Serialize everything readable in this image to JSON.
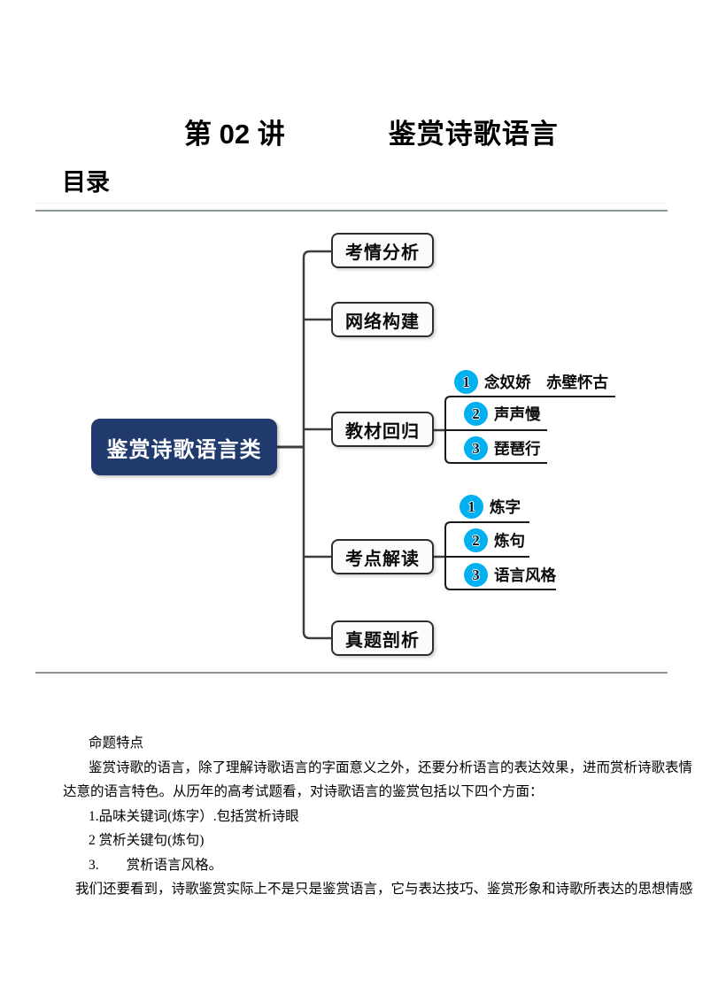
{
  "header": {
    "lecture": "第 02 讲",
    "title": "鉴赏诗歌语言",
    "toc_label": "目录"
  },
  "diagram": {
    "root_label": "鉴赏诗歌语言类",
    "branches": [
      {
        "label": "考情分析"
      },
      {
        "label": "网络构建"
      },
      {
        "label": "教材回归",
        "items": [
          {
            "num": "1",
            "label": "念奴娇　赤壁怀古"
          },
          {
            "num": "2",
            "label": "声声慢"
          },
          {
            "num": "3",
            "label": "琵琶行"
          }
        ]
      },
      {
        "label": "考点解读",
        "items": [
          {
            "num": "1",
            "label": "炼字"
          },
          {
            "num": "2",
            "label": "炼句"
          },
          {
            "num": "3",
            "label": "语言风格"
          }
        ]
      },
      {
        "label": "真题剖析"
      }
    ],
    "colors": {
      "root_bg": "#203a6e",
      "item_circle": "#00b0f0",
      "box_border": "#2d2d2d",
      "connector": "#3d3d3d",
      "divider": "#8b9595"
    }
  },
  "body": {
    "lines": [
      "命题特点",
      "鉴赏诗歌的语言，除了理解诗歌语言的字面意义之外，还要分析语言的表达效果，进而赏析诗歌表情",
      "达意的语言特色。从历年的高考试题看，对诗歌语言的鉴赏包括以下四个方面：",
      "1.品味关键词(炼字）.包括赏析诗眼",
      "2 赏析关键句(炼句)",
      "3.　　赏析语言风格。",
      "我们还要看到，诗歌鉴赏实际上不是只是鉴赏语言，它与表达技巧、鉴赏形象和诗歌所表达的思想情感"
    ]
  }
}
